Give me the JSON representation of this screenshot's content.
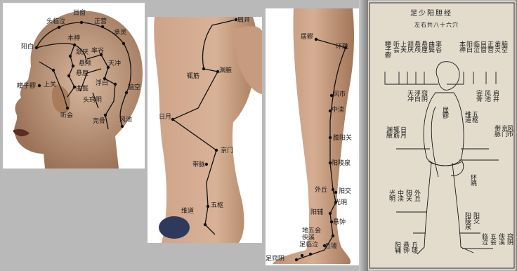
{
  "head_points": {
    "p1": "头临泣",
    "p2": "目窗",
    "p3": "正营",
    "p4": "承灵",
    "p5": "阳白",
    "p6": "本神",
    "p7": "颔厌",
    "p8": "悬颅",
    "p9": "悬厘",
    "p10": "率谷",
    "p11": "天冲",
    "p12": "浮白",
    "p13": "曲鬓",
    "p14": "头窍阴",
    "p15": "脑空",
    "p16": "上关",
    "p17": "瞳子髎",
    "p18": "听会",
    "p19": "完骨",
    "p20": "风池"
  },
  "torso_points": {
    "p1": "肩井",
    "p2": "辄筋",
    "p3": "渊腋",
    "p4": "日月",
    "p5": "京门",
    "p6": "带脉",
    "p7": "五枢",
    "p8": "维道"
  },
  "leg_points": {
    "p1": "居髎",
    "p2": "环跳",
    "p3": "风市",
    "p4": "中渎",
    "p5": "膝阳关",
    "p6": "阳陵泉",
    "p7": "外丘",
    "p8": "阳交",
    "p9": "光明",
    "p10": "阳辅",
    "p11": "悬钟",
    "p12": "地五会",
    "p13": "侠溪",
    "p14": "丘墟",
    "p15": "足临泣",
    "p16": "足窍阴"
  },
  "chart": {
    "title": "足少阳胆经",
    "subtitle": "左右共八十六穴",
    "labels": {
      "l1": "瞳子髎",
      "l2": "听会",
      "l3": "上关",
      "l4": "颔厌",
      "l5": "悬颅",
      "l6": "悬厘",
      "l7": "曲鬓",
      "l8": "率谷",
      "l9": "天冲",
      "l10": "浮白",
      "l11": "窍阴",
      "l12": "完骨",
      "l13": "本神",
      "l14": "阳白",
      "l15": "临泣",
      "l16": "目窗",
      "l17": "正营",
      "l18": "承灵",
      "l19": "脑空",
      "l20": "风池",
      "l21": "肩井",
      "l22": "渊腋",
      "l23": "辄筋",
      "l24": "日月",
      "l25": "京门",
      "l26": "带脉",
      "l27": "五枢",
      "l28": "维道",
      "l29": "居髎",
      "l30": "环跳",
      "l31": "中渎",
      "l32": "阳关",
      "l33": "阳陵泉",
      "l34": "阳交",
      "l35": "外丘",
      "l36": "光明",
      "l37": "阳辅",
      "l38": "悬钟",
      "l39": "丘墟",
      "l40": "临泣",
      "l41": "五会",
      "l42": "侠溪",
      "l43": "窍阴",
      "l44": "风市"
    }
  },
  "colors": {
    "skin": "#c9a58a",
    "skin_dark": "#a97c5c",
    "line": "#111111",
    "paper": "#e3dccd",
    "ink": "#1a1a1a"
  }
}
